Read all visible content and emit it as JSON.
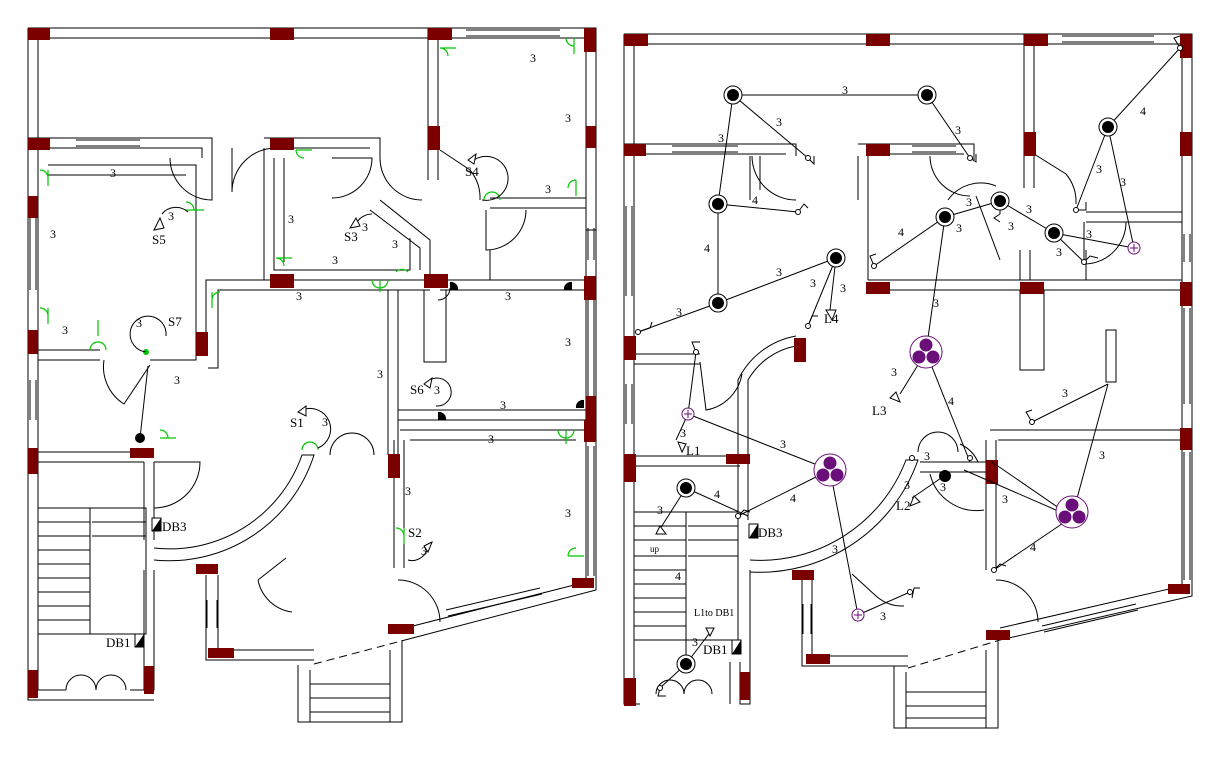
{
  "colors": {
    "column": "#7a0000",
    "wall": "#000000",
    "switch_green": "#00c800",
    "fan_purple": "#6a0f7a"
  },
  "left_plan": {
    "wire_count_label": "3",
    "switch_labels": [
      "S1",
      "S2",
      "S3",
      "S4",
      "S5",
      "S6",
      "S7"
    ],
    "panel_labels": [
      "DB1",
      "DB3"
    ]
  },
  "right_plan": {
    "wire_counts": [
      "3",
      "4"
    ],
    "circuit_labels": [
      "L1",
      "L2",
      "L3",
      "L4"
    ],
    "panel_labels": [
      "DB1",
      "DB3"
    ],
    "stair_label": "up",
    "feeder_label": "L1to DB1"
  },
  "icons": [
    "ceiling-light-icon",
    "ceiling-fan-icon",
    "socket-icon",
    "switch-icon",
    "distribution-board-icon",
    "home-run-arrow-icon"
  ]
}
